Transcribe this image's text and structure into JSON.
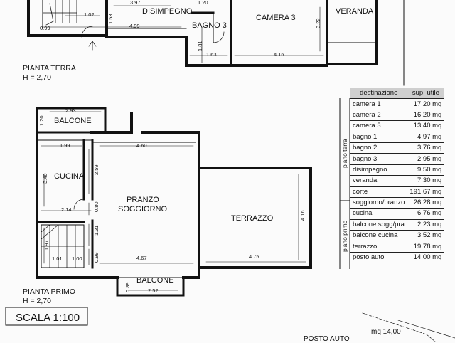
{
  "plans": {
    "ground": {
      "title": "PIANTA TERRA",
      "height": "H = 2,70",
      "rooms": {
        "disimpegno": "DISIMPEGNO",
        "camera3": "CAMERA 3",
        "veranda": "VERANDA",
        "bagno3": "BAGNO 3"
      },
      "dims": {
        "d397": "3.97",
        "d102": "1.02",
        "d153": "1.53",
        "d099": "0.99",
        "d499": "4.99",
        "d181": "1.81",
        "d163": "1.63",
        "d416": "4.16",
        "d322": "3.22",
        "d120t": "1.20"
      }
    },
    "first": {
      "title": "PIANTA PRIMO",
      "height": "H = 2,70",
      "rooms": {
        "balcone_top": "BALCONE",
        "cucina": "CUCINA",
        "pranzo": "PRANZO",
        "soggiorno": "SOGGIORNO",
        "terrazzo": "TERRAZZO",
        "balcone_bottom": "BALCONE"
      },
      "dims": {
        "d293": "2.93",
        "d120": "1.20",
        "d199": "1.99",
        "d460": "4.60",
        "d340": "3.40",
        "d259": "2.59",
        "d214": "2.14",
        "d080": "0.80",
        "d131": "1.31",
        "d416": "4.16",
        "d197": "1.97",
        "d101": "1.01",
        "d100": "1.00",
        "d099": "0.99",
        "d467": "4.67",
        "d475": "4.75",
        "d089": "0.89",
        "d252": "2.52"
      }
    }
  },
  "scale_label": "SCALA 1:100",
  "parking": {
    "label": "POSTO AUTO",
    "area": "mq 14,00"
  },
  "area_table": {
    "header": {
      "destination": "destinazione",
      "area": "sup. utile"
    },
    "groups": {
      "ground": "piano terra",
      "first": "piano primo"
    },
    "rows": [
      {
        "name": "camera 1",
        "value": "17.20 mq"
      },
      {
        "name": "camera 2",
        "value": "16.20 mq"
      },
      {
        "name": "camera 3",
        "value": "13.40 mq"
      },
      {
        "name": "bagno 1",
        "value": "4.97 mq"
      },
      {
        "name": "bagno 2",
        "value": "3.76 mq"
      },
      {
        "name": "bagno 3",
        "value": "2.95 mq"
      },
      {
        "name": "disimpegno",
        "value": "9.50 mq"
      },
      {
        "name": "veranda",
        "value": "7.30 mq"
      },
      {
        "name": "corte",
        "value": "191.67 mq"
      },
      {
        "name": "soggiorno/pranzo",
        "value": "26.28 mq"
      },
      {
        "name": "cucina",
        "value": "6.76 mq"
      },
      {
        "name": "balcone sogg/pra",
        "value": "2.23 mq"
      },
      {
        "name": "balcone cucina",
        "value": "3.52 mq"
      },
      {
        "name": "terrazzo",
        "value": "19.78 mq"
      },
      {
        "name": "posto auto",
        "value": "14.00 mq"
      }
    ]
  }
}
